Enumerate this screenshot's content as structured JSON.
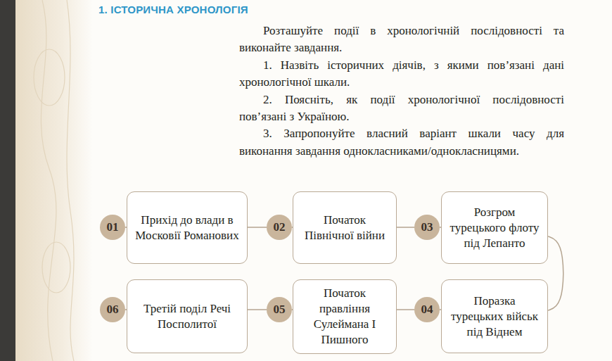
{
  "diagram": {
    "title": "1. ІСТОРИЧНА ХРОНОЛОГІЯ",
    "nodes": [
      {
        "text": [
          "01"
        ]
      },
      {
        "text": [
          "Прихід до влади в Московії Романових"
        ]
      },
      {
        "text": [
          "02"
        ]
      },
      {
        "text": [
          "Початок Північної війни"
        ]
      },
      {
        "text": [
          "03"
        ]
      },
      {
        "text": [
          "Розгром турецького флоту під Лепанто"
        ]
      },
      {
        "text": [
          "06"
        ]
      },
      {
        "text": [
          "Третій поділ Речі Посполитої"
        ]
      },
      {
        "text": [
          "05"
        ]
      },
      {
        "text": [
          "Початок правління Сулеймана І Пишного"
        ]
      },
      {
        "text": [
          "04"
        ]
      },
      {
        "text": [
          "Поразка турецьких військ під Віднем"
        ]
      }
    ],
    "edges": [
      {
        "from": 0,
        "to": 1,
        "arrow": "none"
      },
      {
        "from": 1,
        "to": 2,
        "arrow": "none"
      },
      {
        "from": 2,
        "to": 3,
        "arrow": "none"
      },
      {
        "from": 3,
        "to": 4,
        "arrow": "none"
      },
      {
        "from": 4,
        "to": 5,
        "arrow": "none"
      },
      {
        "from": 5,
        "to": 11,
        "arrow": "none"
      },
      {
        "from": 11,
        "to": 10,
        "arrow": "none"
      },
      {
        "from": 10,
        "to": 9,
        "arrow": "none"
      },
      {
        "from": 9,
        "to": 8,
        "arrow": "none"
      },
      {
        "from": 8,
        "to": 7,
        "arrow": "none"
      },
      {
        "from": 7,
        "to": 6,
        "arrow": "none"
      }
    ],
    "labels": [
      "Розташуйте події в хронологічній послідовності та виконайте завдання.",
      "1. Назвіть історичних діячів, з якими пов’язані дані хронологічної шкали.",
      "2. Поясніть, як події хронологічної послідовності пов’язані з Україною.",
      "3. Запропонуйте власний варіант шкали часу для виконання завдання однокласниками/однокласницями."
    ]
  }
}
